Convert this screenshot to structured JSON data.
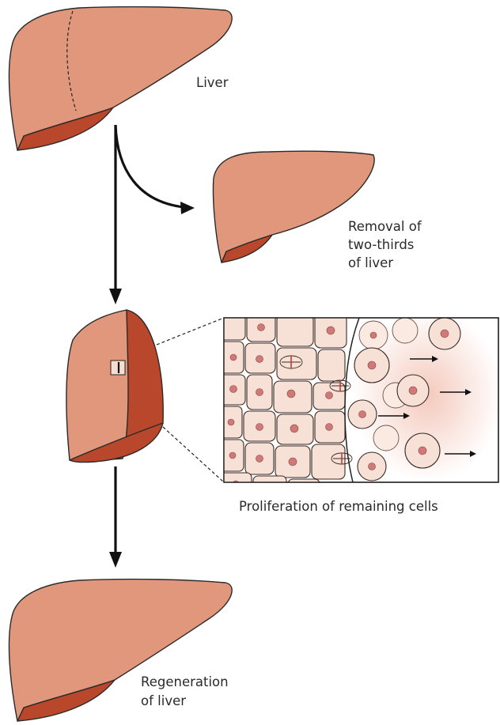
{
  "labels": {
    "liver": "Liver",
    "removal_line1": "Removal of",
    "removal_line2": "two-thirds",
    "removal_line3": "of liver",
    "proliferation": "Proliferation of remaining cells",
    "regeneration_line1": "Regeneration",
    "regeneration_line2": "of liver"
  },
  "colors": {
    "liver_surface": "#e0977c",
    "liver_underside": "#b8472c",
    "cell_fill": "#f7e1d6",
    "nucleus": "#cf7a78",
    "arrow": "#111111"
  }
}
